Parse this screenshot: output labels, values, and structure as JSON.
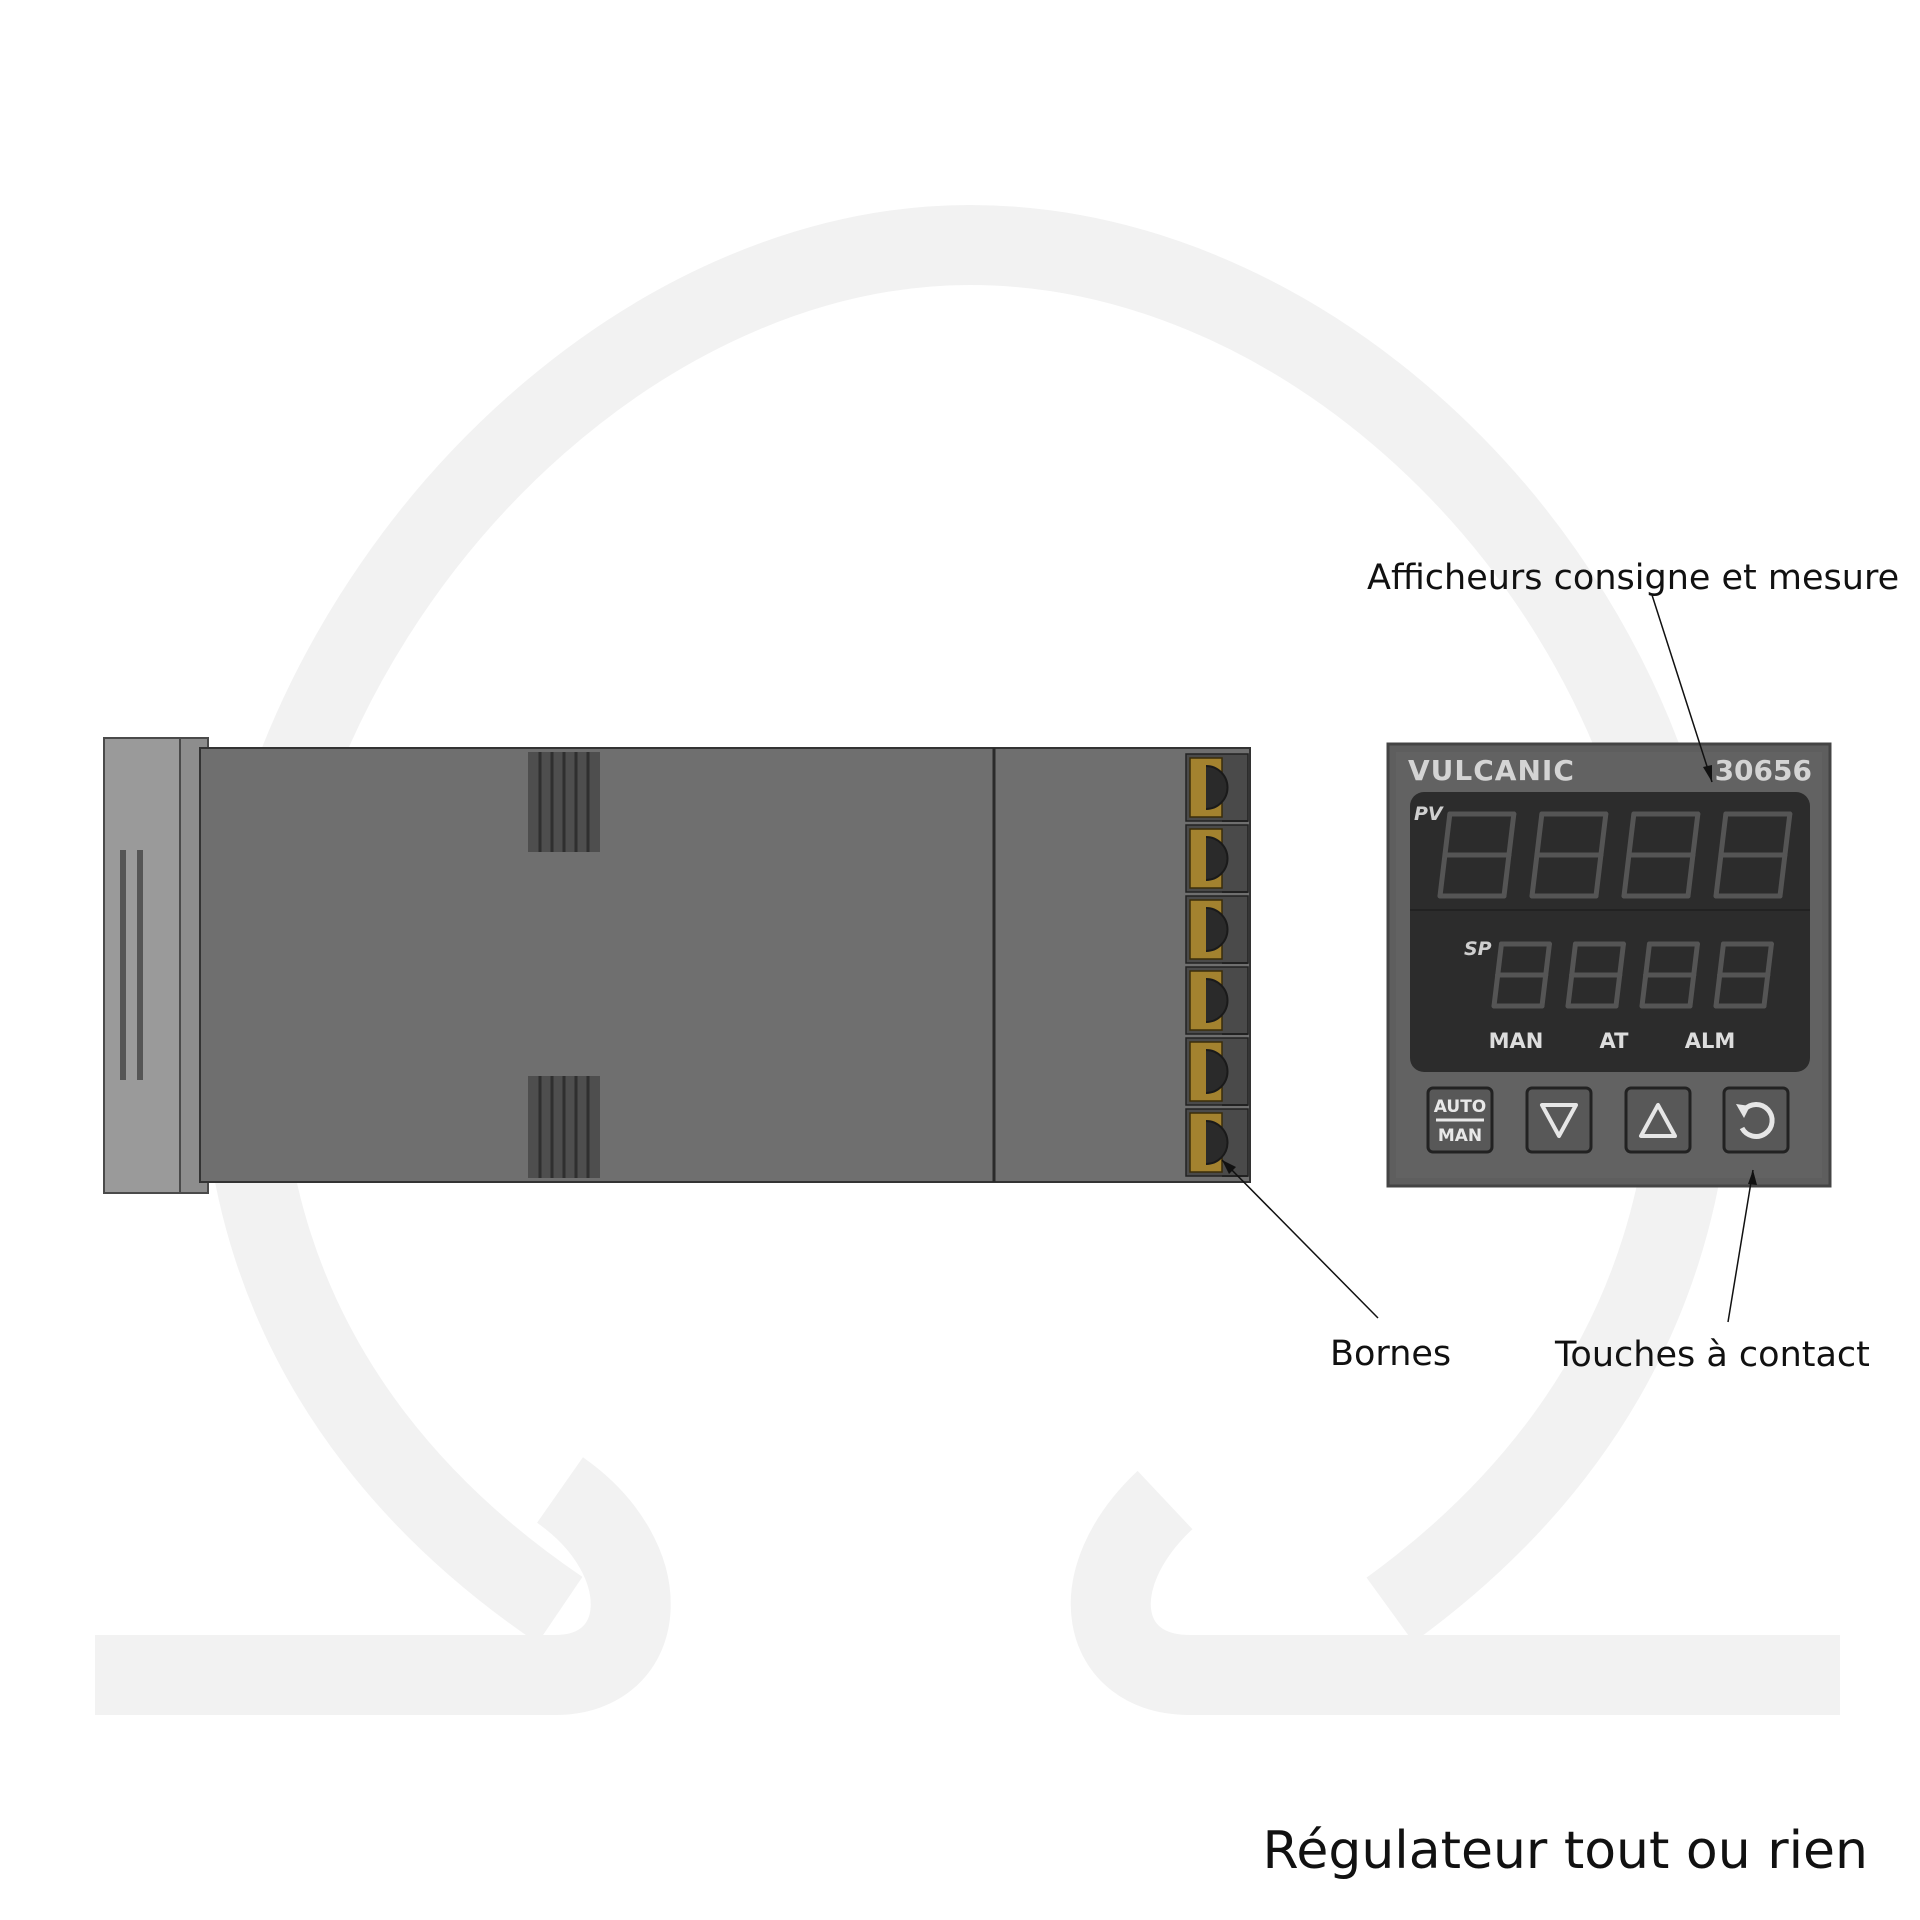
{
  "title": "Régulateur tout ou rien",
  "callouts": {
    "displays": "Afficheurs consigne et mesure",
    "terminals": "Bornes",
    "keys": "Touches à contact"
  },
  "front_panel": {
    "brand": "VULCANIC",
    "model": "30656",
    "pv_label": "PV",
    "sp_label": "SP",
    "indicators": [
      "MAN",
      "AT",
      "ALM"
    ],
    "auto_key": {
      "top": "AUTO",
      "bottom": "MAN"
    },
    "keys": [
      "auto-man-key",
      "down-key",
      "up-key",
      "reset-key"
    ]
  },
  "side_view": {
    "terminal_count": 6
  },
  "colors": {
    "body": "#6f6f6f",
    "bezel": "#9a9a9a",
    "terminal": "#a3822f",
    "display": "#2c2c2c",
    "watermark": "#f2f2f2"
  }
}
